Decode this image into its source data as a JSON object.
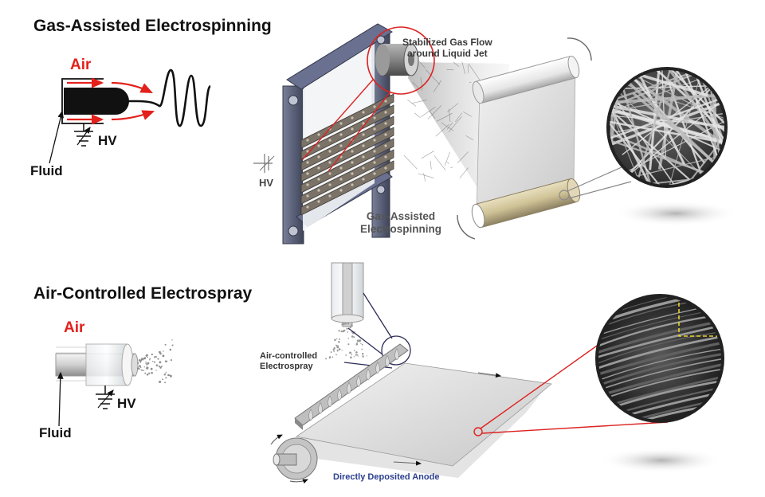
{
  "sections": [
    {
      "title": "Gas-Assisted Electrospinning",
      "schematic": {
        "air_label": "Air",
        "voltage_label": "HV",
        "fluid_label": "Fluid"
      },
      "illustration": {
        "callout": [
          "Stabilized Gas Flow",
          "around Liquid Jet"
        ],
        "voltage_label": "HV",
        "caption": [
          "Gas-Assisted",
          "Electrospinning"
        ]
      }
    },
    {
      "title": "Air-Controlled Electrospray",
      "schematic": {
        "air_label": "Air",
        "voltage_label": "HV",
        "fluid_label": "Fluid"
      },
      "illustration": {
        "callout": [
          "Air-controlled",
          "Electrospray"
        ],
        "caption": "Directly Deposited Anode"
      }
    }
  ],
  "colors": {
    "accent": "#e3201b",
    "frame": "#5b6179",
    "caption_blue": "#2a3f8f",
    "bronze": "#d2c6a0"
  }
}
